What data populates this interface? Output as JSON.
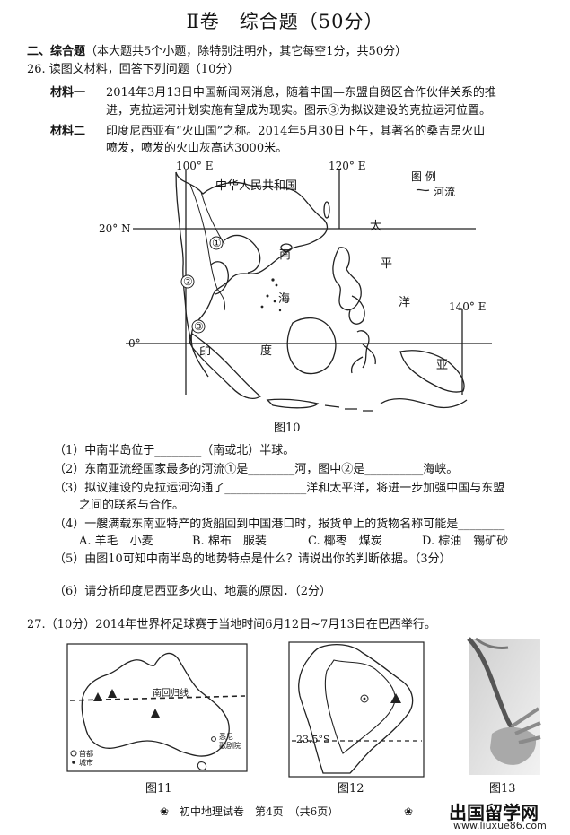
{
  "header": {
    "title": "Ⅱ卷　综合题（50分）"
  },
  "section": {
    "label": "二、综合题",
    "rest": "（本大题共5个小题，除特别注明外，其它每空1分，共50分）"
  },
  "q26": {
    "stem": "26.  读图文材料，回答下列问题（10分）",
    "m1_label": "材料一",
    "m1_line1": "2014年3月13日中国新闻网消息，随着中国—东盟自贸区合作伙伴关系的推",
    "m1_line2": "进，克拉运河计划实施有望成为现实。图示③为拟议建设的克拉运河位置。",
    "m2_label": "材料二",
    "m2_line1": "印度尼西亚有“火山国”之称。2014年5月30日下午，其著名的桑吉昂火山",
    "m2_line2": "喷发，喷发的火山灰高达3000米。",
    "map": {
      "lon_100": "100° E",
      "lon_120": "120° E",
      "lon_140": "140° E",
      "lat_20": "20° N",
      "lat_0": "0°",
      "china": "中华人民共和国",
      "legend_title": "图  例",
      "legend_river": "河流",
      "sea": [
        "南",
        "海"
      ],
      "pacific": [
        "太",
        "平",
        "洋"
      ],
      "indonesia": [
        "印",
        "度",
        "亚"
      ],
      "mark1": "①",
      "mark2": "②",
      "mark3": "③"
    },
    "fig_caption": "图10",
    "q1": "（1）中南半岛位于________（南或北）半球。",
    "q2": "（2）东南亚流经国家最多的河流①是________河，图中②是__________海峡。",
    "q3a": "（3）拟议建设的克拉运河沟通了______________洋和太平洋，将进一步加强中国与东盟",
    "q3b": "之间的联系与合作。",
    "q4a": "（4）一艘满载东南亚特产的货船回到中国港口时，报货单上的货物名称可能是________",
    "q4_opts": [
      "A. 羊毛　小麦",
      "B. 棉布　服装",
      "C. 椰枣　煤炭",
      "D. 棕油　锡矿砂"
    ],
    "q5": "（5）由图10可知中南半岛的地势特点是什么？请说出你的判断依据。（3分）",
    "q6": "（6）请分析印度尼西亚多火山、地震的原因．（2分）"
  },
  "q27": {
    "stem": "27.（10分）2014年世界杯足球赛于当地时间6月12日~7月13日在巴西举行。",
    "fig11": {
      "caption": "图11",
      "tropic": "南回归线",
      "capital": "首都",
      "city": "城市",
      "sydney1": "悉尼",
      "sydney2": "歌剧院"
    },
    "fig12": {
      "caption": "图12",
      "lat": "23.5°S"
    },
    "fig13": {
      "caption": "图13"
    }
  },
  "footer": {
    "text": "初中地理试卷　第4页　（共6页）"
  },
  "watermark": {
    "text": "出国留学网",
    "url": "www.liuxue86.com"
  }
}
